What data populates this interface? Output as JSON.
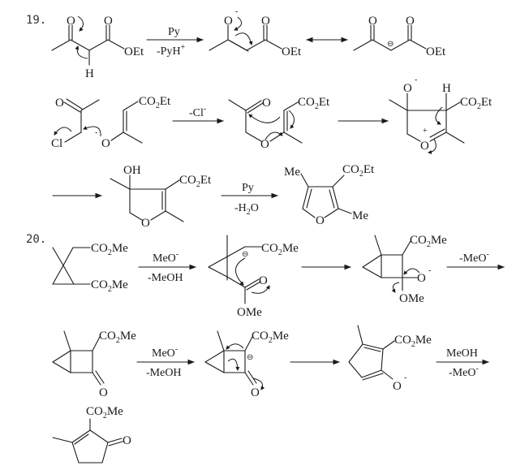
{
  "problems": [
    {
      "number": "19.",
      "steps": [
        {
          "reagent_top": "Py",
          "reagent_bottom_base": "-PyH",
          "reagent_bottom_sup": "+"
        },
        {
          "resonance": true
        },
        {
          "reagent_top_base": "-Cl",
          "reagent_top_sup": "-"
        },
        {},
        {},
        {
          "reagent_top": "Py",
          "reagent_bottom_base": "-H",
          "reagent_bottom_sub": "2",
          "reagent_bottom_tail": "O"
        }
      ],
      "labels": {
        "O": "O",
        "OEt": "OEt",
        "H": "H",
        "Cl": "Cl",
        "OH": "OH",
        "Me": "Me",
        "CO": "CO",
        "two": "2",
        "Et": "Et",
        "minus": "-",
        "plus": "+",
        "circle_minus": "⊖"
      }
    },
    {
      "number": "20.",
      "steps": [
        {
          "reagent_top_base": "MeO",
          "reagent_top_sup": "-",
          "reagent_bottom": "-MeOH"
        },
        {},
        {
          "reagent_top_base": "-MeO",
          "reagent_top_sup": "-"
        },
        {
          "reagent_top_base": "MeO",
          "reagent_top_sup": "-",
          "reagent_bottom": "-MeOH"
        },
        {},
        {
          "reagent_top": "MeOH",
          "reagent_bottom_base": "-MeO",
          "reagent_bottom_sup": "-"
        }
      ],
      "labels": {
        "CO2Me_base": "CO",
        "CO2Me_sub": "2",
        "CO2Me_tail": "Me",
        "OMe": "OMe",
        "O": "O"
      }
    }
  ]
}
